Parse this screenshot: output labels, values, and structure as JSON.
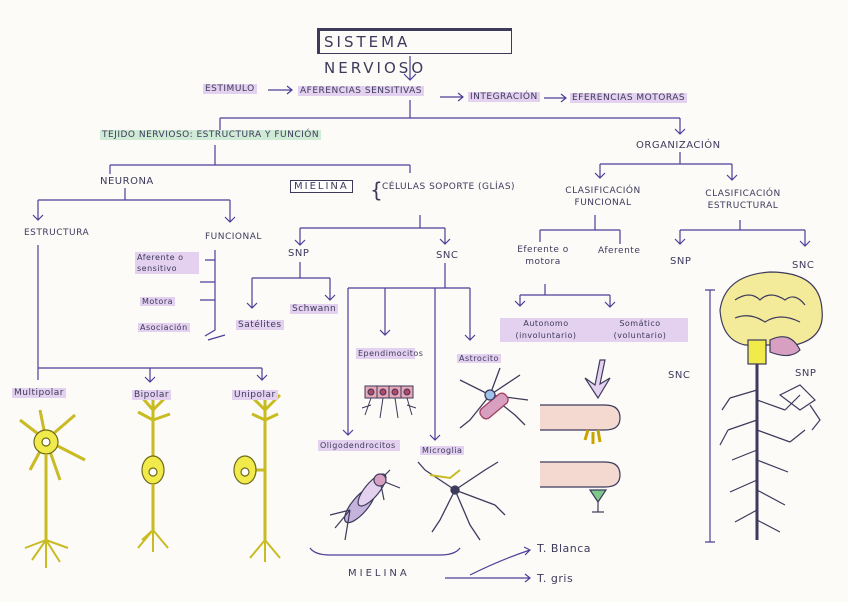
{
  "title": "SISTEMA NERVIOSO",
  "flow": {
    "estimulo": "ESTIMULO",
    "aferencias": "AFERENCIAS SENSITIVAS",
    "integracion": "INTEGRACIÓN",
    "eferencias": "EFERENCIAS MOTORAS"
  },
  "tejido": "TEJIDO NERVIOSO: ESTRUCTURA Y FUNCIÓN",
  "organizacion": "ORGANIZACIÓN",
  "neurona": "NEURONA",
  "estructura": "ESTRUCTURA",
  "funcional": "FUNCIONAL",
  "funciones": [
    "Aferente o sensitivo",
    "Motora",
    "Asociación"
  ],
  "mielina_box": "MIELINA",
  "celulas_soporte": "CÉLULAS SOPORTE (GLÍAS)",
  "snp": "SNP",
  "snc": "SNC",
  "snp_cells": [
    "Satélites",
    "Schwann"
  ],
  "snc_cells": [
    "Ependimocitos",
    "Astrocito",
    "Oligodendrocitos",
    "Microglia"
  ],
  "neuron_types": [
    "Multipolar",
    "Bipolar",
    "Unipolar"
  ],
  "clas_funcional": "CLASIFICACIÓN FUNCIONAL",
  "clas_estructural": "CLASIFICACIÓN ESTRUCTURAL",
  "eferente": "Eferente o motora",
  "aferente": "Aferente",
  "autonoma": "Autonomo (involuntario)",
  "somatico": "Somático (voluntario)",
  "org_snp": "SNP",
  "org_snc": "SNC",
  "body_snc": "SNC",
  "body_snp": "SNP",
  "mielina_bottom": "MIELINA",
  "t_blanca": "T. Blanca",
  "t_gris": "T. gris",
  "colors": {
    "ink": "#3d3a5c",
    "lavender": "#e4d0ef",
    "green": "#cfead5",
    "neuron_yellow": "#f1ea4b"
  }
}
